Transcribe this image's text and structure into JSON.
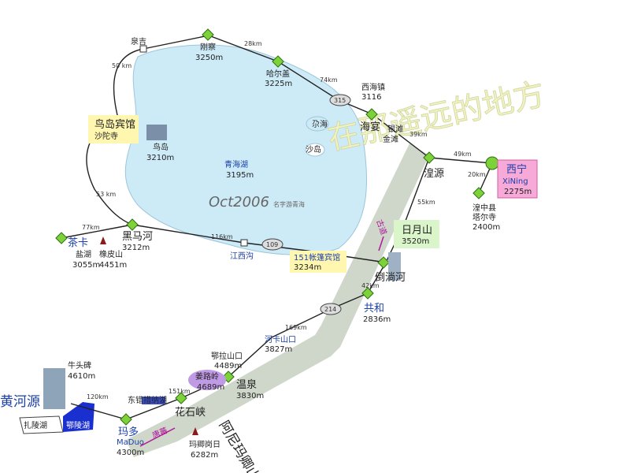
{
  "watermark_text": "在那遥远的地方",
  "date_text": "Oct2006",
  "credit_text": "名字游青海",
  "lake": {
    "name": "青海湖",
    "altitude": "3195m"
  },
  "places": {
    "gangcha": {
      "name": "刚察",
      "altitude": "3250m"
    },
    "quanji": {
      "name": "泉吉"
    },
    "haergai": {
      "name": "哈尔盖",
      "altitude": "3225m"
    },
    "xihaizhen": {
      "name": "西海镇",
      "altitude": "3116"
    },
    "haiyan": {
      "name": "海宴"
    },
    "yindan": {
      "name": "银滩"
    },
    "jintan": {
      "name": "金滩"
    },
    "erhai": {
      "name": "尕海"
    },
    "shadao": {
      "name": "沙岛"
    },
    "huangyuan": {
      "name": "湟源"
    },
    "xining": {
      "name": "西宁",
      "name_en": "XiNing",
      "altitude": "2275m"
    },
    "taersi": {
      "line1": "湟中县",
      "line2": "塔尔寺",
      "altitude": "2400m"
    },
    "niaodao_box": {
      "line1": "鸟岛宾馆",
      "line2": "沙陀寺"
    },
    "niaodao": {
      "name": "鸟岛",
      "altitude": "3210m"
    },
    "heimahe": {
      "name": "黑马河",
      "altitude": "3212m"
    },
    "chaka": {
      "name": "茶卡",
      "lake": "盐湖",
      "altitude": "3055m"
    },
    "xiangpishan": {
      "name": "橡皮山",
      "altitude": "4451m"
    },
    "jiangxigou": {
      "name": "江西沟"
    },
    "binguan151": {
      "name": "151帐篷宾馆",
      "altitude": "3234m"
    },
    "riyueshan": {
      "name": "日月山",
      "altitude": "3520m"
    },
    "daotanghe": {
      "name": "倒淌河"
    },
    "gonghe": {
      "name": "共和",
      "altitude": "2836m"
    },
    "hekashankou": {
      "name": "河卡山口",
      "altitude": "3827m"
    },
    "elashankou": {
      "name": "鄂拉山口",
      "altitude": "4489m"
    },
    "jiangluling": {
      "name": "姜路岭",
      "altitude": "4689m"
    },
    "wenquan": {
      "name": "温泉",
      "altitude": "3830m"
    },
    "huashixia": {
      "name": "花石峡"
    },
    "anemaqing": {
      "name": "阿尼玛卿山"
    },
    "maqinggangri": {
      "name": "玛卿岗日",
      "altitude": "6282m"
    },
    "maduo": {
      "name": "玛多",
      "name_en": "MaDuo",
      "altitude": "4300m"
    },
    "niutoubei": {
      "name": "牛头碑",
      "altitude": "4610m"
    },
    "huangheyuan": {
      "name": "黄河源"
    },
    "zhalinghu": {
      "name": "扎陵湖"
    },
    "elinghu": {
      "name": "鄂陵湖"
    },
    "dongcuo": {
      "name": "东错措纳湖"
    }
  },
  "route_labels": {
    "gudao": "古道",
    "tangfan": "唐蕃"
  },
  "road_numbers": {
    "r315": "315",
    "r109": "109",
    "r214": "214"
  },
  "distances": {
    "d28": "28km",
    "d74": "74km",
    "d39": "39km",
    "d49": "49km",
    "d20": "20km",
    "d55": "55km",
    "d50": "50 km",
    "d53": "53 km",
    "d77": "77km",
    "d116": "116km",
    "d42": "42km",
    "d169": "169km",
    "d151": "151km",
    "d120": "120km"
  },
  "colors": {
    "node": "#7dd23a",
    "water": "#cdeaf7",
    "highlight_yellow": "#fff7b0",
    "highlight_green": "#d9f5c9",
    "highlight_pink": "#f7a9d7",
    "route_band": "#c9d3c4"
  }
}
